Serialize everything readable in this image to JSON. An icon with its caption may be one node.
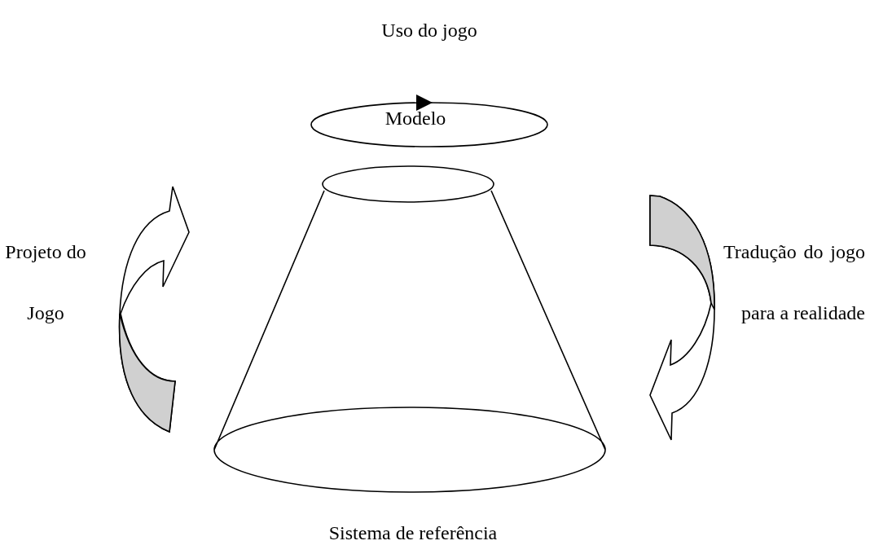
{
  "diagram": {
    "labels": [
      "Uso do jogo",
      "Modelo",
      "Projeto do Jogo",
      "Tradução do jogo para a realidade",
      "Sistema de referência"
    ]
  }
}
